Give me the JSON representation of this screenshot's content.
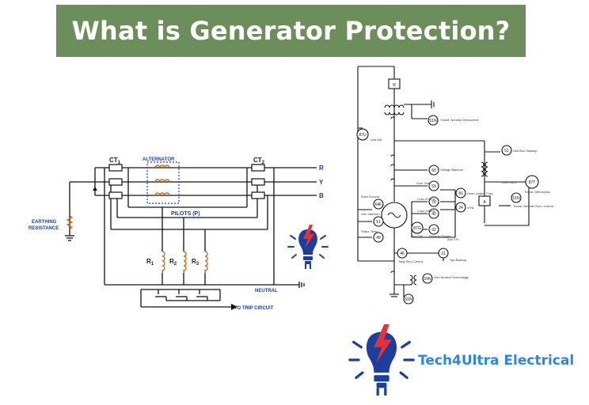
{
  "page": {
    "title": "What is Generator Protection?"
  },
  "left_diagram": {
    "ct1": "CT",
    "ct1_sub": "1",
    "ct2": "CT",
    "ct2_sub": "2",
    "alternator": "ALTERNATOR",
    "phase_r": "R",
    "phase_y": "Y",
    "phase_b": "B",
    "pilots": "PILOTS (P)",
    "earthing_line1": "EARTHING",
    "earthing_line2": "RESISTANCE",
    "relay_r1": "R",
    "relay_r1_sub": "1",
    "relay_r2": "R",
    "relay_r2_sub": "2",
    "relay_r3": "R",
    "relay_r3_sub": "3",
    "neutral": "NEUTRAL",
    "trip": "TO TRIP CIRCUIT"
  },
  "right_diagram": {
    "r_box": "R",
    "r_51n_top": "51N",
    "t_trans_neutral_oc": "Transf. Neutral Overcurrent",
    "r_87u": "87U",
    "t_unit_diff": "Unit Diff",
    "r_51": "51",
    "t_unit_aux_backup": "Unit Aux. Backup",
    "r_60": "60",
    "t_voltage_balance": "Voltage Balance",
    "r_59": "59",
    "t_over_volt": "Over Volt",
    "r_78": "78",
    "t_loss_sync": "Loss of Sync",
    "r_81": "81",
    "t_over_under_freq": "Over/ Under- Freq.",
    "r_24": "24",
    "t_vhz": "V/Hz",
    "r_40": "40",
    "t_loss_field": "Loss of Field",
    "r_32": "32",
    "t_reverse_power": "Reverse Power",
    "t_aux_vts": "Aux VTs",
    "r_64f": "64F",
    "t_field_ground": "Field Ground",
    "r_51_gen": "51",
    "t_gen_interturn": "Gen Interturn",
    "r_87g": "87G",
    "t_gen_diff": "Gen Diff",
    "r_49": "49",
    "t_stator_temp": "Stator Temp",
    "r_46": "46",
    "t_neg_seq": "Neg Seq Current",
    "r_21": "21",
    "t_sys_backup": "Sys Backup",
    "r_59n": "59N",
    "t_gen_neutral_ov": "Gen Neutral Overvoltage",
    "r_51n_bot": "51N",
    "t_unit_aux": "UNIT AUX.",
    "r_87t": "87T",
    "t_transf_diff": "Transf. Differential",
    "r_51n_aux": "51N",
    "t_transf_neutral_oc2": "Transf. Neutral Over- current",
    "r_a": "A"
  },
  "brand": {
    "name": "Tech4Ultra Electrical"
  },
  "colors": {
    "banner": "#6b8e5a",
    "wire": "#111111",
    "coil": "#d2691e",
    "alternator_box": "#1a3fa3",
    "brand_text": "#2e86de",
    "bulb_blue": "#1c3f9e",
    "bolt_red": "#e8303a"
  }
}
